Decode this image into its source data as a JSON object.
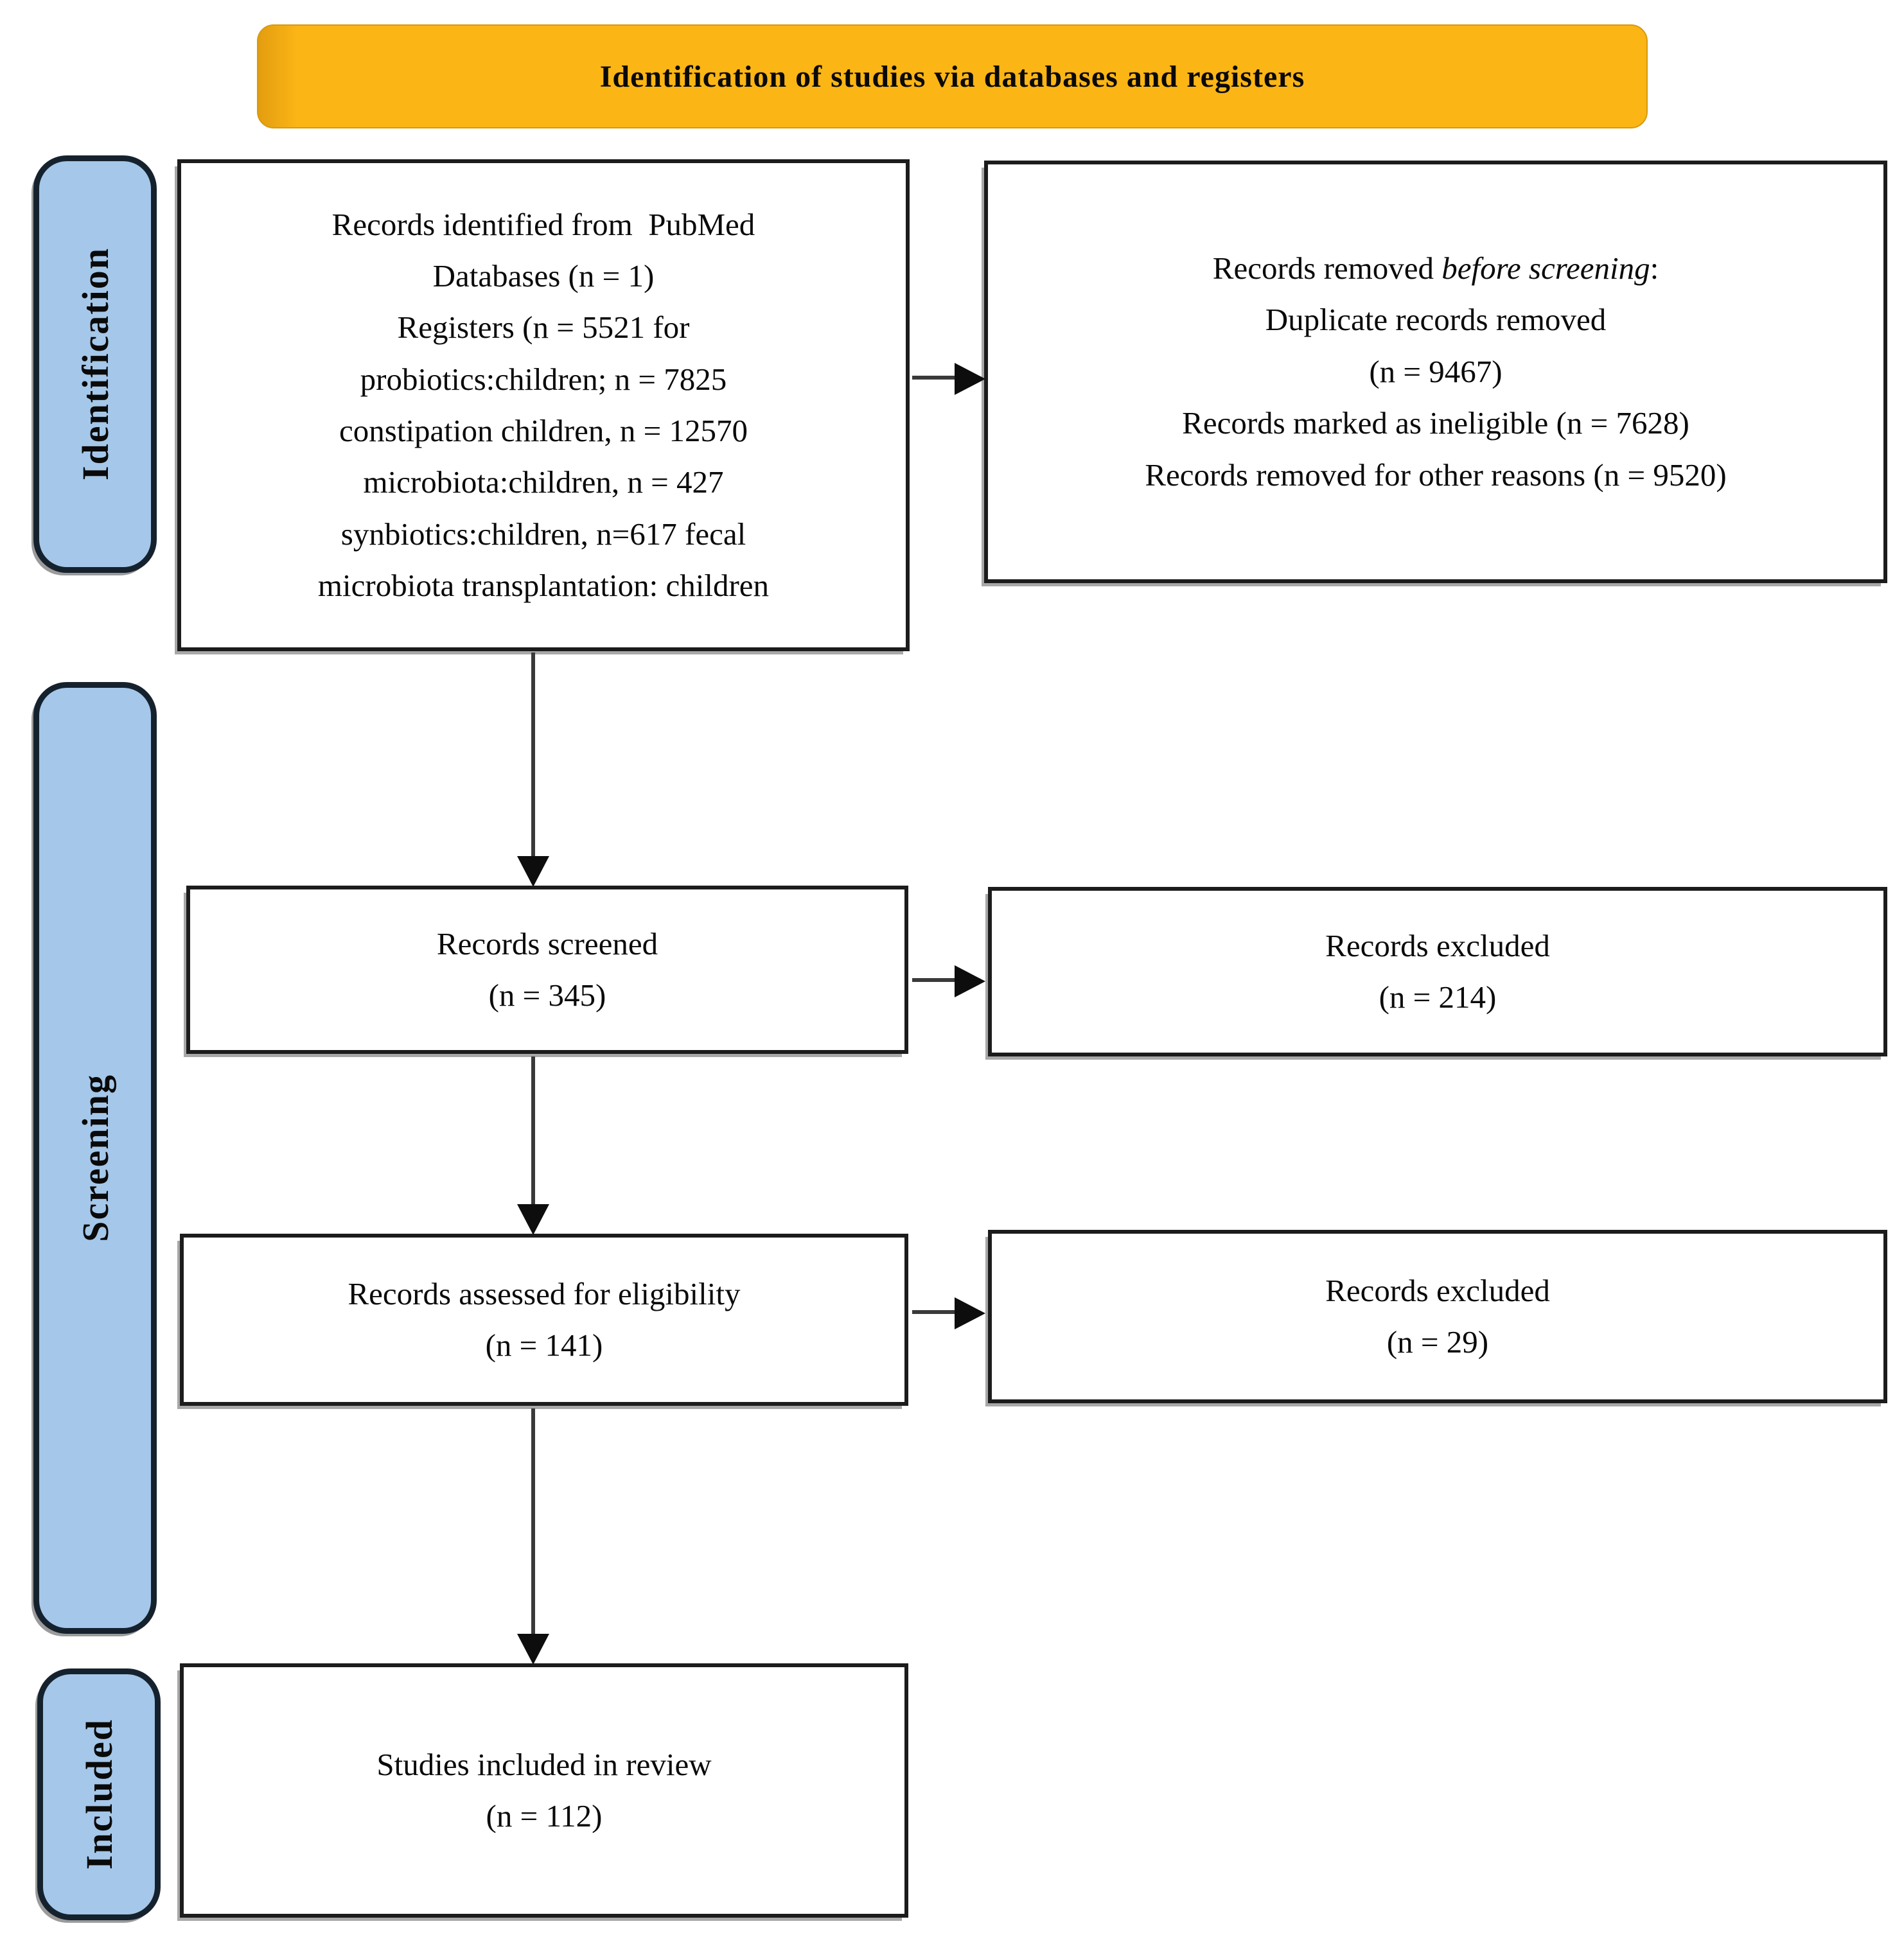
{
  "banner": {
    "label": "Identification of studies via databases and registers"
  },
  "stages": [
    {
      "label": "Identification"
    },
    {
      "label": "Screening"
    },
    {
      "label": "Included"
    }
  ],
  "boxes": {
    "identified": {
      "text": "Records identified from  PubMed\nDatabases (n = 1)\nRegisters (n = 5521 for\nprobiotics:children; n = 7825\nconstipation children, n = 12570\nmicrobiota:children, n = 427\nsynbiotics:children, n=617 fecal\nmicrobiota transplantation: children"
    },
    "removed": {
      "line1_prefix": "Records removed ",
      "line1_italic": "before screening",
      "line1_suffix": ":",
      "details": "Duplicate records removed\n(n = 9467)\nRecords marked as ineligible (n = 7628)\nRecords removed for other reasons (n = 9520)"
    },
    "screened": {
      "text": "Records screened\n(n = 345)"
    },
    "excluded_screening": {
      "text": "Records excluded\n(n = 214)"
    },
    "assessed": {
      "text": "Records assessed for eligibility\n(n = 141)"
    },
    "excluded_eligibility": {
      "text": "Records excluded\n(n = 29)"
    },
    "included": {
      "text": "Studies included in review\n(n = 112)"
    }
  },
  "colors": {
    "banner_bg": "#fbb515",
    "stage_fill": "#a5c7e9",
    "stage_border": "#15222e",
    "box_border": "#1c1c1c",
    "arrow": "#0d0d0d"
  }
}
